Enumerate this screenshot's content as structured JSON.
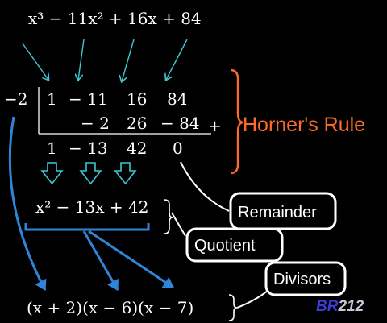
{
  "polynomial": "x³ − 11x² + 16x + 84",
  "divisor": "−2",
  "coefficients": [
    "1",
    "− 11",
    "16",
    "84"
  ],
  "products": [
    "− 2",
    "26",
    "− 84"
  ],
  "plus_sign": "+",
  "results": [
    "1",
    "− 13",
    "42",
    "0"
  ],
  "quotient": "x² − 13x + 42",
  "factored": "(x + 2)(x − 6)(x − 7)",
  "method_title": "Horner's Rule",
  "labels": {
    "remainder": "Remainder",
    "quotient": "Quotient",
    "divisors": "Divisors"
  },
  "watermark": {
    "part1": "BR",
    "part2": "212"
  },
  "colors": {
    "title": "#ff6a2b",
    "bracket": "#ff6a2b",
    "cyan_arrows": "#3ec6d4",
    "blue_arrows": "#2f86d9",
    "watermark_part1": "#3b3bd6",
    "watermark_part2": "#c8c8d8"
  }
}
